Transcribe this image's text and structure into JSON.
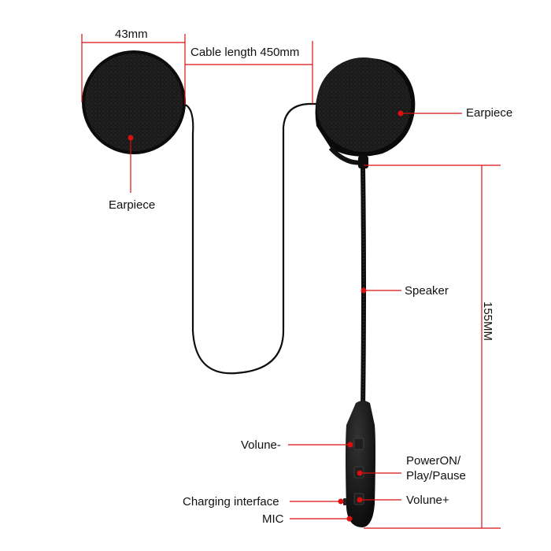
{
  "labels": {
    "width_dim": "43mm",
    "cable_length": "Cable length 450mm",
    "earpiece_left": "Earpiece",
    "earpiece_right": "Earpiece",
    "speaker": "Speaker",
    "boom_length": "155MM",
    "volume_minus": "Volune-",
    "power_line1": "PowerON/",
    "power_line2": "Play/Pause",
    "volume_plus": "Volune+",
    "charging": "Charging interface",
    "mic": "MIC"
  },
  "colors": {
    "callout": "#d81010",
    "device": "#0e0e0e",
    "label": "#111111"
  }
}
